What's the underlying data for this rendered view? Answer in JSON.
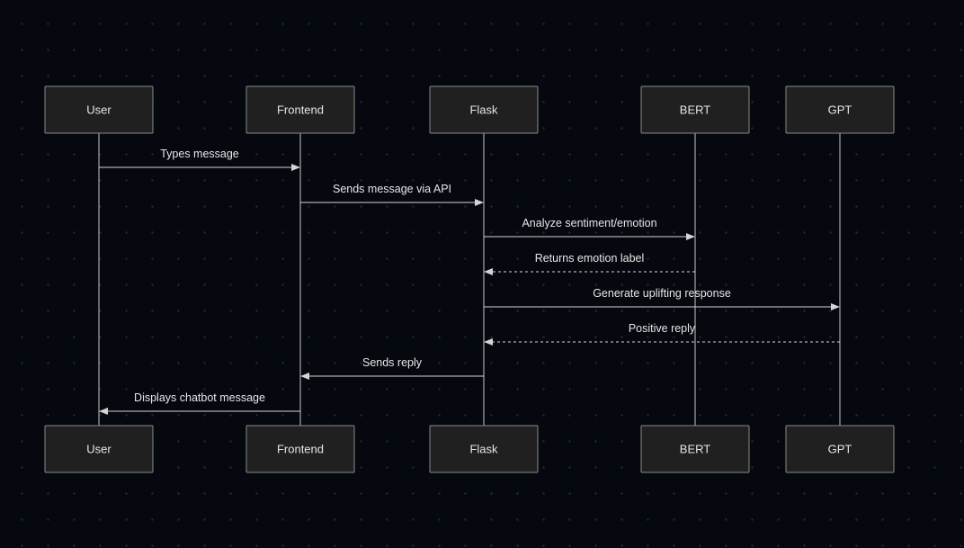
{
  "diagram": {
    "type": "sequence",
    "participants": [
      {
        "id": "user",
        "label": "User"
      },
      {
        "id": "frontend",
        "label": "Frontend"
      },
      {
        "id": "flask",
        "label": "Flask"
      },
      {
        "id": "bert",
        "label": "BERT"
      },
      {
        "id": "gpt",
        "label": "GPT"
      }
    ],
    "messages": [
      {
        "from": "user",
        "to": "frontend",
        "label": "Types message",
        "style": "solid"
      },
      {
        "from": "frontend",
        "to": "flask",
        "label": "Sends message via API",
        "style": "solid"
      },
      {
        "from": "flask",
        "to": "bert",
        "label": "Analyze sentiment/emotion",
        "style": "solid"
      },
      {
        "from": "bert",
        "to": "flask",
        "label": "Returns emotion label",
        "style": "dashed"
      },
      {
        "from": "flask",
        "to": "gpt",
        "label": "Generate uplifting response",
        "style": "solid"
      },
      {
        "from": "gpt",
        "to": "flask",
        "label": "Positive reply",
        "style": "dashed"
      },
      {
        "from": "flask",
        "to": "frontend",
        "label": "Sends reply",
        "style": "solid"
      },
      {
        "from": "frontend",
        "to": "user",
        "label": "Displays chatbot message",
        "style": "solid"
      }
    ]
  },
  "colors": {
    "background": "#05080f",
    "box_fill": "#202020",
    "box_stroke": "#8a8a8a",
    "line": "#d4d4d4",
    "text": "#e6e6e6"
  }
}
